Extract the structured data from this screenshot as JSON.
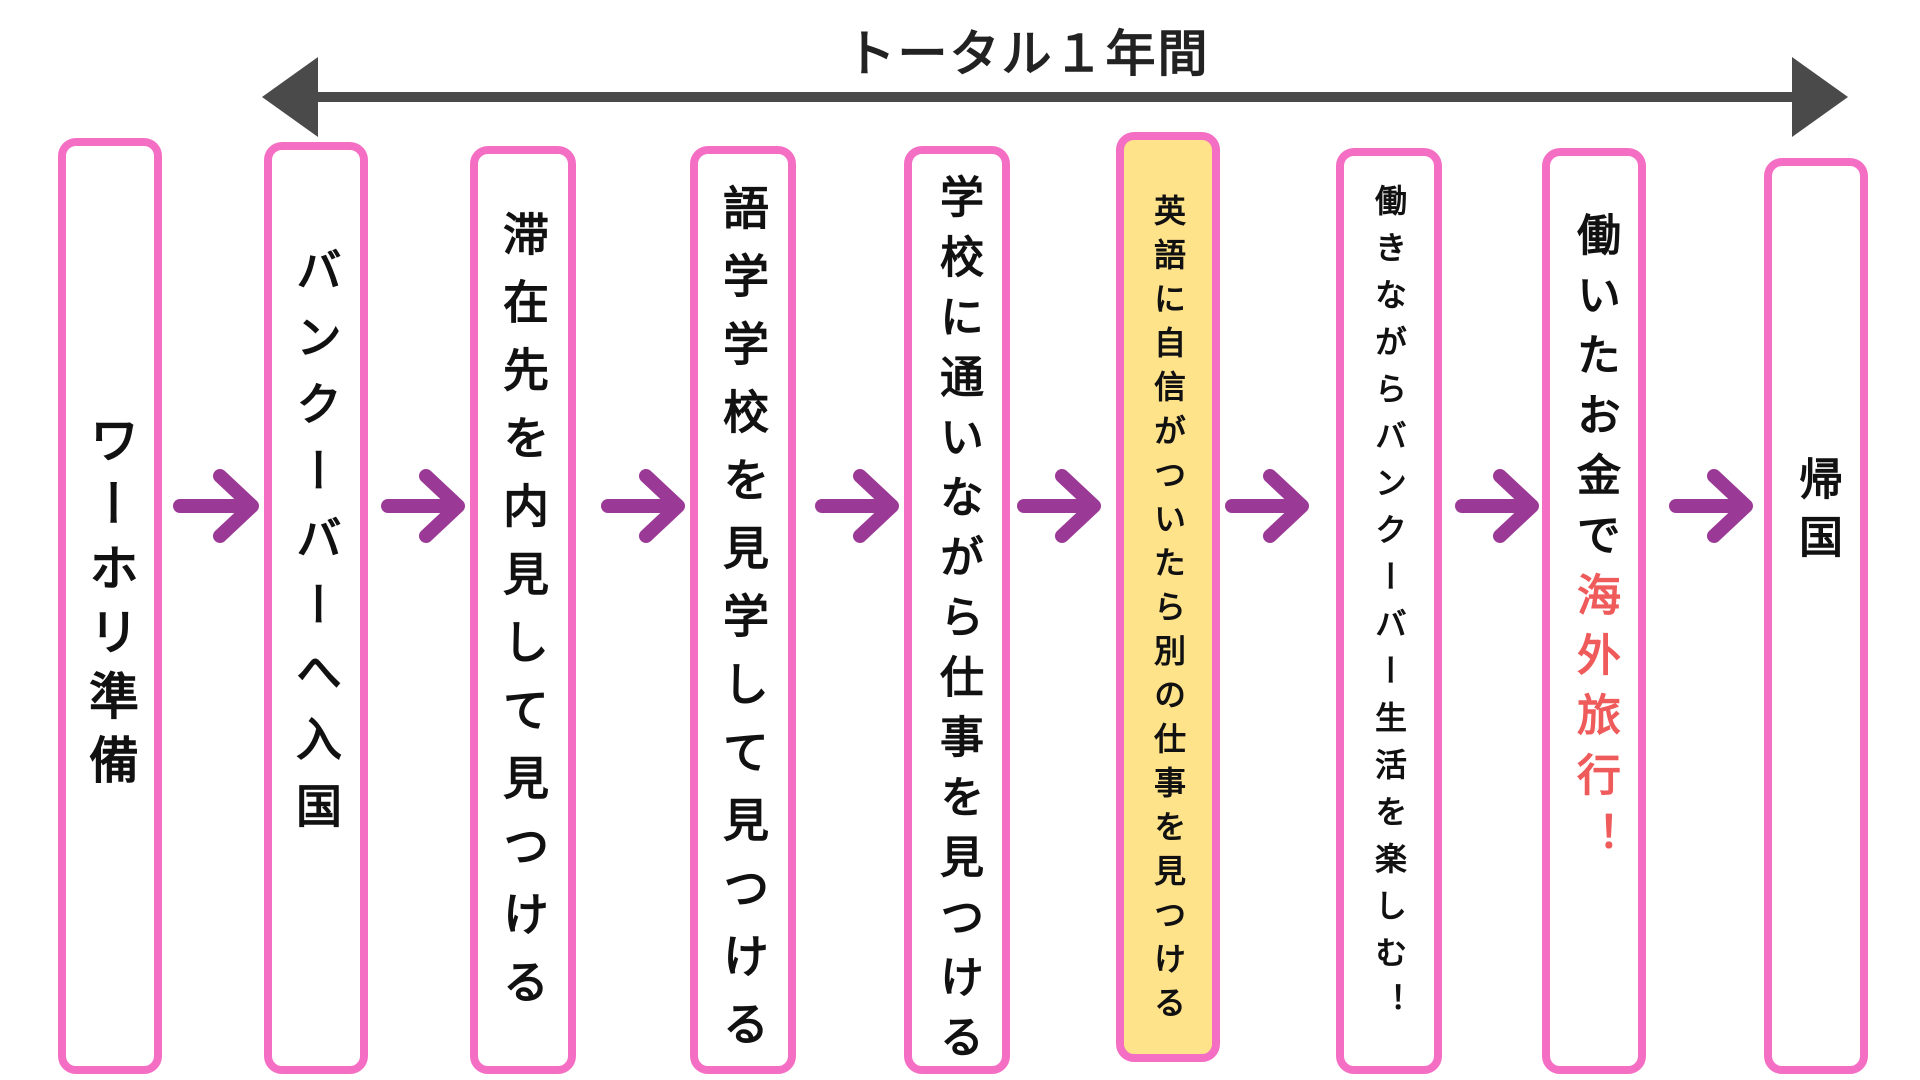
{
  "title": "トータル１年間",
  "colors": {
    "box_border": "#f46fc4",
    "arrow": "#9b3a96",
    "highlight_fill": "#ffe38a",
    "accent_text": "#ef5a5a",
    "span_arrow": "#4a4a4a"
  },
  "steps": [
    {
      "text": "ワーホリ準備"
    },
    {
      "text": "バンクーバーへ入国"
    },
    {
      "text": "滞在先を内見して見つける"
    },
    {
      "text": "語学学校を見学して見つける"
    },
    {
      "text": "学校に通いながら仕事を見つける"
    },
    {
      "text": "英語に自信がついたら別の仕事を見つける",
      "highlight": true
    },
    {
      "text": "働きながらバンクーバー生活を楽しむ！"
    },
    {
      "text_before": "働いたお金で",
      "text_accent": "海外旅行！"
    },
    {
      "text": "帰国"
    }
  ]
}
